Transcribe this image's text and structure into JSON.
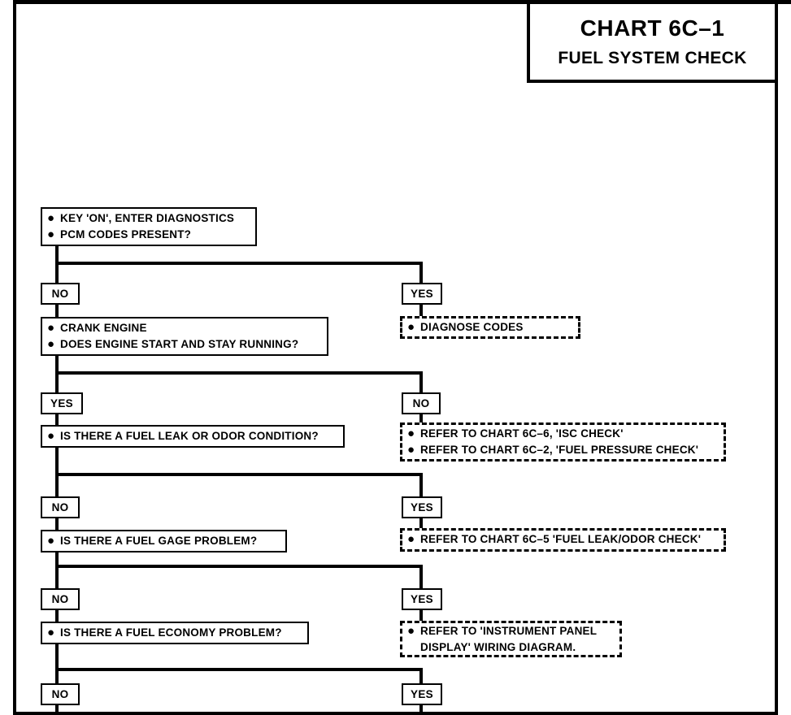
{
  "page": {
    "title_main": "CHART 6C–1",
    "title_sub": "FUEL SYSTEM CHECK"
  },
  "chart_data": {
    "type": "flowchart",
    "title": "CHART 6C–1 FUEL SYSTEM CHECK",
    "orientation": "top-to-bottom, two-column branching"
  },
  "nodes": {
    "start": {
      "lines": [
        "KEY 'ON', ENTER DIAGNOSTICS",
        "PCM CODES PRESENT?"
      ]
    },
    "crank": {
      "lines": [
        "CRANK ENGINE",
        "DOES ENGINE START AND STAY RUNNING?"
      ]
    },
    "diagnose_codes": {
      "lines": [
        "DIAGNOSE CODES"
      ]
    },
    "fuel_leak_q": {
      "lines": [
        "IS THERE A FUEL LEAK OR ODOR CONDITION?"
      ]
    },
    "isc_refer": {
      "lines": [
        "REFER TO CHART 6C–6, 'ISC CHECK'",
        "REFER TO CHART 6C–2, 'FUEL PRESSURE CHECK'"
      ]
    },
    "fuel_gage_q": {
      "lines": [
        "IS THERE A FUEL GAGE PROBLEM?"
      ]
    },
    "leak_odor_refer": {
      "lines": [
        "REFER TO CHART 6C–5 'FUEL LEAK/ODOR CHECK'"
      ]
    },
    "fuel_economy_q": {
      "lines": [
        "IS THERE A FUEL ECONOMY PROBLEM?"
      ]
    },
    "instrument_panel_refer": {
      "bullet": "REFER TO 'INSTRUMENT PANEL",
      "cont": "DISPLAY' WIRING DIAGRAM."
    }
  },
  "branch_labels": {
    "row1_left": "NO",
    "row1_right": "YES",
    "row2_left": "YES",
    "row2_right": "NO",
    "row3_left": "NO",
    "row3_right": "YES",
    "row4_left": "NO",
    "row4_right": "YES",
    "row5_left": "NO",
    "row5_right": "YES"
  },
  "colors": {
    "ink": "#000000",
    "paper": "#ffffff"
  }
}
